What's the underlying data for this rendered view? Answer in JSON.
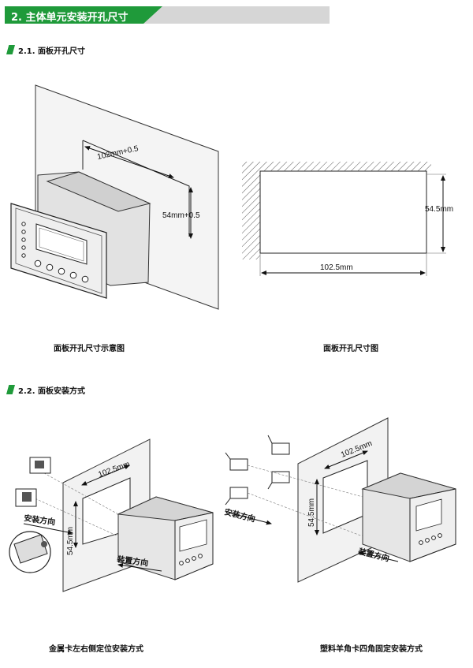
{
  "section": {
    "title": "2. 主体单元安装开孔尺寸"
  },
  "subsection_1": {
    "title": "2.1. 面板开孔尺寸"
  },
  "subsection_2": {
    "title": "2.2. 面板安装方式"
  },
  "figure_1": {
    "dim_width": "102mm+0.5",
    "dim_height": "54mm+0.5",
    "caption": "面板开孔尺寸示意图"
  },
  "figure_2": {
    "dim_width": "102.5mm",
    "dim_height": "54.5mm",
    "caption": "面板开孔尺寸图"
  },
  "figure_3": {
    "dim_width": "102.5mm",
    "dim_height": "54.5mm",
    "direction_1": "安装方向",
    "direction_2": "装置方向",
    "caption": "金属卡左右侧定位安装方式"
  },
  "figure_4": {
    "dim_width": "102.5mm",
    "dim_height": "54.5mm",
    "direction_1": "安装方向",
    "direction_2": "装置方向",
    "caption": "塑料羊角卡四角固定安装方式"
  }
}
